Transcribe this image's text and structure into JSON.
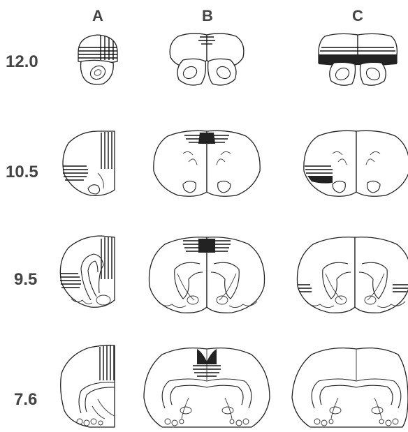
{
  "columns": [
    "A",
    "B",
    "C"
  ],
  "rows": [
    "12.0",
    "10.5",
    "9.5",
    "7.6"
  ]
}
